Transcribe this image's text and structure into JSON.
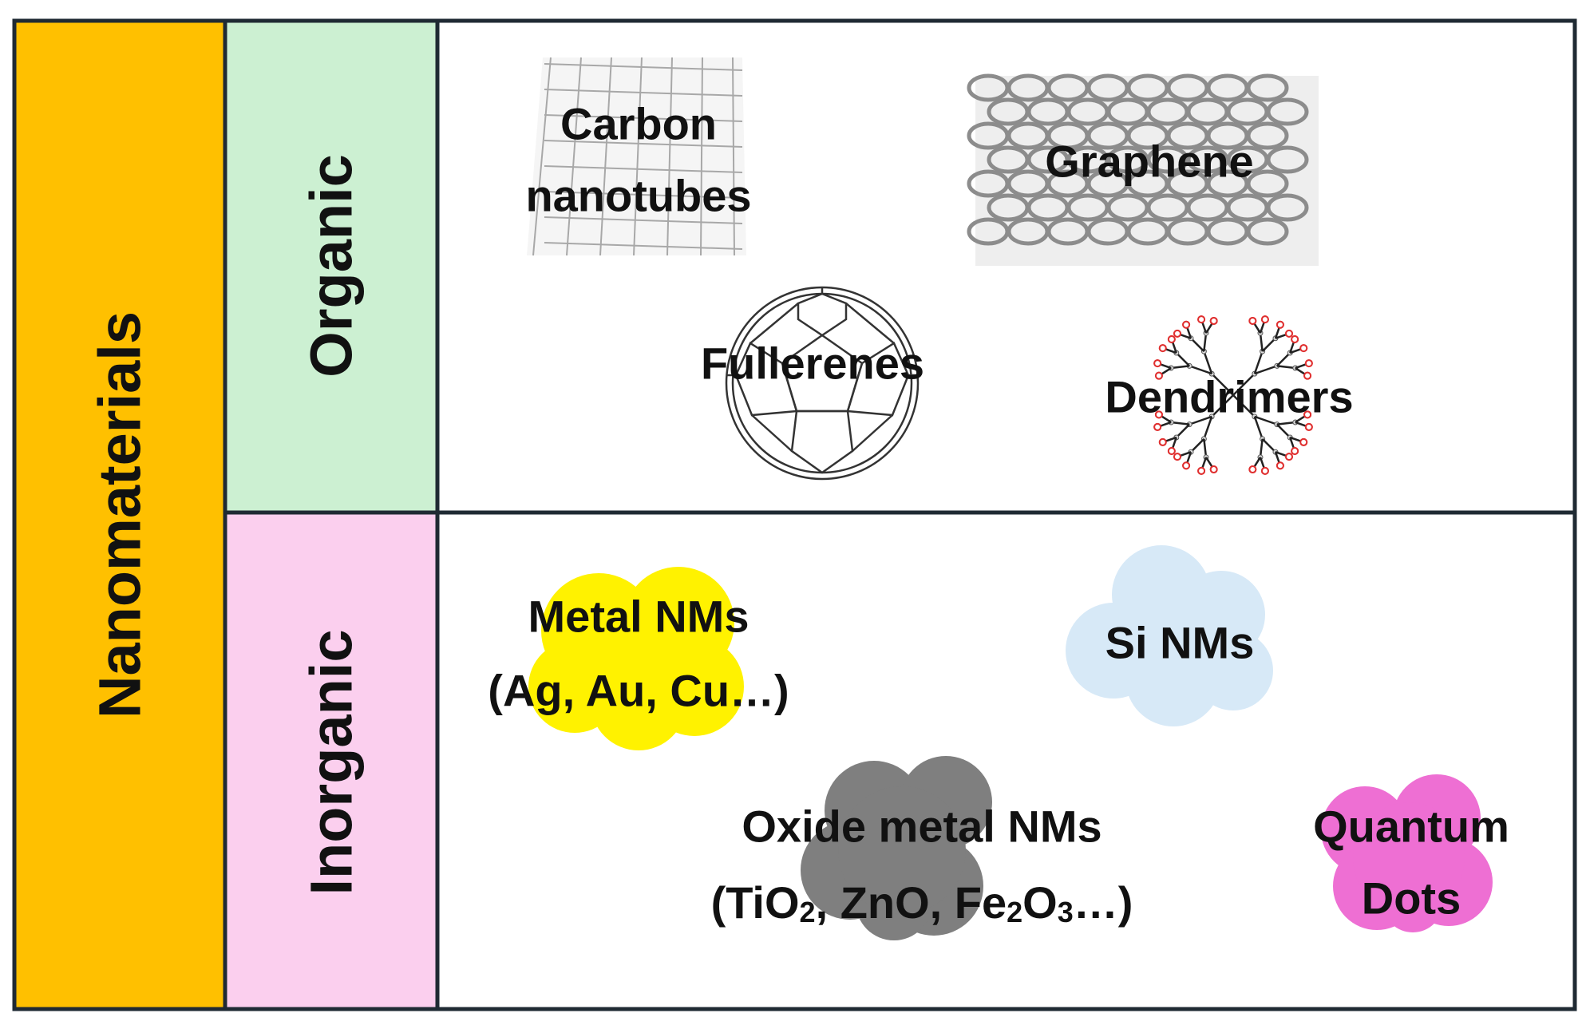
{
  "colors": {
    "nanomaterials_band": "#FFC000",
    "organic_band": "#CCF0D2",
    "inorganic_band": "#FBCFEE",
    "border": "#1F2A33",
    "metal_blob": "#FFF200",
    "si_blob": "#D7E9F7",
    "oxide_blob": "#7F7F7F",
    "quantum_blob": "#EE6FD3"
  },
  "root": {
    "label": "Nanomaterials"
  },
  "organic": {
    "label": "Organic",
    "items": {
      "carbon_nanotubes": {
        "line1": "Carbon",
        "line2": "nanotubes",
        "icon": "nanotube-structure-icon"
      },
      "graphene": {
        "label": "Graphene",
        "icon": "graphene-lattice-icon"
      },
      "fullerenes": {
        "label": "Fullerenes",
        "icon": "fullerene-ball-icon"
      },
      "dendrimers": {
        "label": "Dendrimers",
        "icon": "dendrimer-tree-icon"
      }
    }
  },
  "inorganic": {
    "label": "Inorganic",
    "items": {
      "metal": {
        "line1": "Metal NMs",
        "line2": "(Ag, Au, Cu…)"
      },
      "silicon": {
        "label": "Si NMs"
      },
      "oxide": {
        "line1": "Oxide metal NMs",
        "line2_parts": [
          "(TiO",
          "2",
          ", ZnO, Fe",
          "2",
          "O",
          "3",
          "…)"
        ]
      },
      "quantum": {
        "line1": "Quantum",
        "line2": "Dots"
      }
    }
  }
}
